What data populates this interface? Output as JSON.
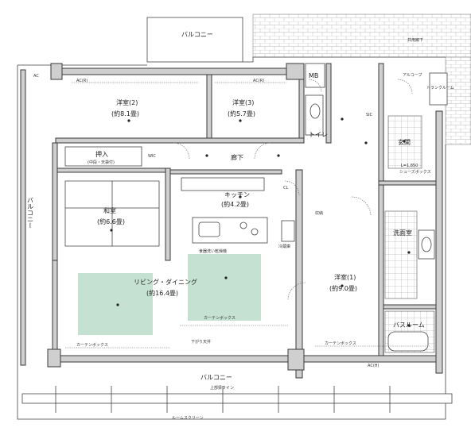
{
  "rooms": {
    "balcony_top": "バルコニー",
    "balcony_bottom": "バルコニー",
    "balcony_left": "バルコニー",
    "western_2": "洋室(2)",
    "western_2_area": "(約8.1畳)",
    "western_3": "洋室(3)",
    "western_3_area": "(約5.7畳)",
    "closet": "押入",
    "closet_sub": "(中段・天袋付)",
    "japanese": "和室",
    "japanese_area": "(約6.6畳)",
    "kitchen": "キッチン",
    "kitchen_area": "(約4.2畳)",
    "living": "リビング・ダイニング",
    "living_area": "(約16.4畳)",
    "western_1": "洋室(1)",
    "western_1_area": "(約9.0畳)",
    "hallway": "廊下",
    "toilet": "トイレ",
    "entrance": "玄関",
    "alcove": "アルコーブ",
    "common_corridor": "共用廊下",
    "washroom": "洗面室",
    "bathroom": "バスルーム",
    "mb": "MB",
    "trunk_room": "トランクルーム",
    "shoe_box": "シューズボックス"
  },
  "annotations": {
    "curtain_box": "カーテンボックス",
    "ac": "AC",
    "ac_r": "AC(R)",
    "ac_h": "AC(H)",
    "lower_wall": "下がり天井",
    "upper_line": "上部梁ライン",
    "screen": "ルームスクリーン",
    "wic": "WIC",
    "sic": "SIC",
    "cl": "CL",
    "l_height": "L=1,850",
    "dishwasher": "食器洗い乾燥機",
    "fridge": "冷蔵庫",
    "shelf": "収納"
  },
  "colors": {
    "wall": "#cfcfcf",
    "line": "#3a3a3a",
    "floor_highlight": "#c4e1d2",
    "background": "#ffffff"
  }
}
